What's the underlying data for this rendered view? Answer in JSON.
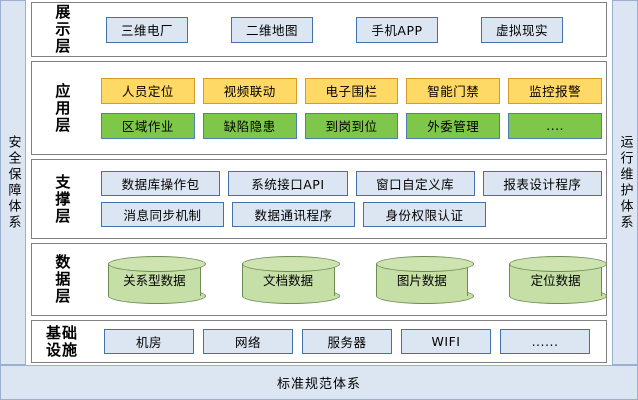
{
  "diagram": {
    "left_band": {
      "label": "安全保障体系"
    },
    "right_band": {
      "label": "运行维护体系"
    },
    "bottom_bar": {
      "label": "标准规范体系"
    },
    "layers": [
      {
        "id": "presentation",
        "label": "展示层",
        "rows": [
          {
            "style": "blue",
            "items": [
              "三维电厂",
              "二维地图",
              "手机APP",
              "虚拟现实"
            ]
          }
        ]
      },
      {
        "id": "application",
        "label": "应用层",
        "rows": [
          {
            "style": "yellow",
            "items": [
              "人员定位",
              "视频联动",
              "电子围栏",
              "智能门禁",
              "监控报警"
            ]
          },
          {
            "style": "green",
            "items": [
              "区域作业",
              "缺陷隐患",
              "到岗到位",
              "外委管理",
              "...."
            ]
          }
        ]
      },
      {
        "id": "support",
        "label": "支撑层",
        "rows": [
          {
            "style": "blue",
            "items": [
              "数据库操作包",
              "系统接口API",
              "窗口自定义库",
              "报表设计程序"
            ]
          },
          {
            "style": "blue",
            "items": [
              "消息同步机制",
              "数据通讯程序",
              "身份权限认证"
            ]
          }
        ]
      },
      {
        "id": "data",
        "label": "数据层",
        "rows": [
          {
            "style": "cylinder",
            "items": [
              "关系型数据",
              "文档数据",
              "图片数据",
              "定位数据"
            ]
          }
        ]
      },
      {
        "id": "infra",
        "label": "基础\n设施",
        "label_mode": "grid",
        "rows": [
          {
            "style": "blue",
            "items": [
              "机房",
              "网络",
              "服务器",
              "WIFI",
              "......"
            ]
          }
        ]
      }
    ]
  },
  "colors": {
    "band_fill": "#DCE6F2",
    "band_border": "#9BB0CE",
    "blue_fill": "#DCE6F2",
    "blue_border": "#4472A8",
    "yellow_fill": "#FFD966",
    "yellow_border": "#D79B2B",
    "green_fill": "#7FC74A",
    "green_border": "#4E7FB0",
    "cylinder_fill": "#C5DFA6",
    "cylinder_border": "#6E8B52",
    "layer_border": "#808080",
    "background": "#FFFFFF"
  },
  "labels": {
    "presentation_items": [
      "三维电厂",
      "二维地图",
      "手机APP",
      "虚拟现实"
    ]
  }
}
